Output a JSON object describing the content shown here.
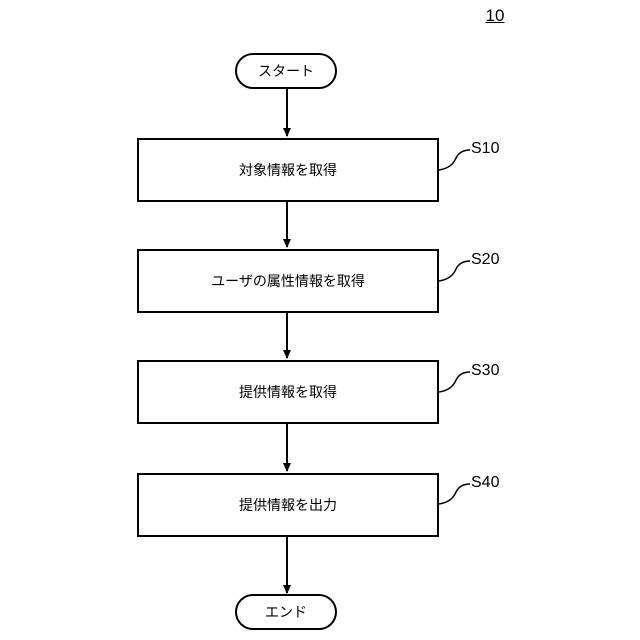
{
  "figure_number": "10",
  "start_label": "スタート",
  "end_label": "エンド",
  "steps": [
    {
      "id": "S10",
      "text": "対象情報を取得"
    },
    {
      "id": "S20",
      "text": "ユーザの属性情報を取得"
    },
    {
      "id": "S30",
      "text": "提供情報を取得"
    },
    {
      "id": "S40",
      "text": "提供情報を出力"
    }
  ]
}
